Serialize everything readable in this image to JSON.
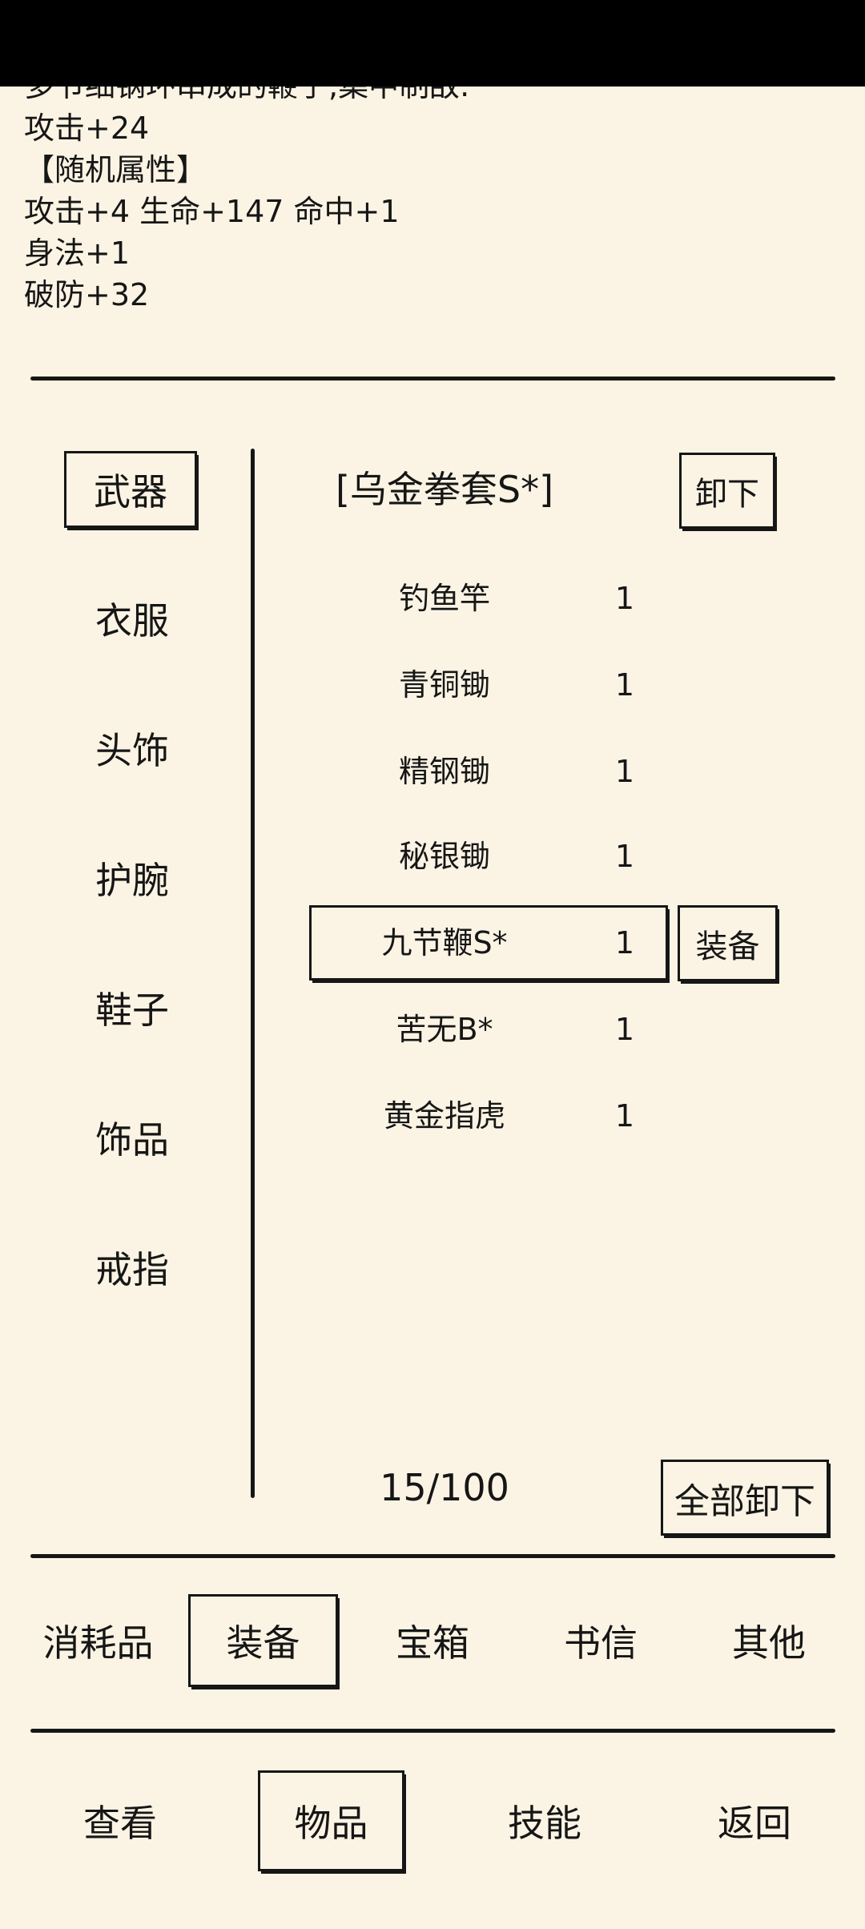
{
  "description": {
    "partial_line": "多节细钢环串成的鞭子,集中制敌.",
    "lines": [
      "攻击+24",
      "【随机属性】",
      "攻击+4 生命+147 命中+1",
      "身法+1",
      "破防+32"
    ]
  },
  "categories": [
    "武器",
    "衣服",
    "头饰",
    "护腕",
    "鞋子",
    "饰品",
    "戒指"
  ],
  "selected_category": "武器",
  "equipped": {
    "name": "[乌金拳套S*]",
    "unequip_label": "卸下"
  },
  "items": [
    {
      "name": "钓鱼竿",
      "qty": "1"
    },
    {
      "name": "青铜锄",
      "qty": "1"
    },
    {
      "name": "精钢锄",
      "qty": "1"
    },
    {
      "name": "秘银锄",
      "qty": "1"
    },
    {
      "name": "九节鞭S*",
      "qty": "1"
    },
    {
      "name": "苦无B*",
      "qty": "1"
    },
    {
      "name": "黄金指虎",
      "qty": "1"
    }
  ],
  "selected_item": "九节鞭S*",
  "equip_label": "装备",
  "capacity": "15/100",
  "unequip_all_label": "全部卸下",
  "inventory_tabs": [
    "消耗品",
    "装备",
    "宝箱",
    "书信",
    "其他"
  ],
  "selected_inventory_tab": "装备",
  "bottom_nav": [
    "查看",
    "物品",
    "技能",
    "返回"
  ],
  "selected_bottom_nav": "物品"
}
